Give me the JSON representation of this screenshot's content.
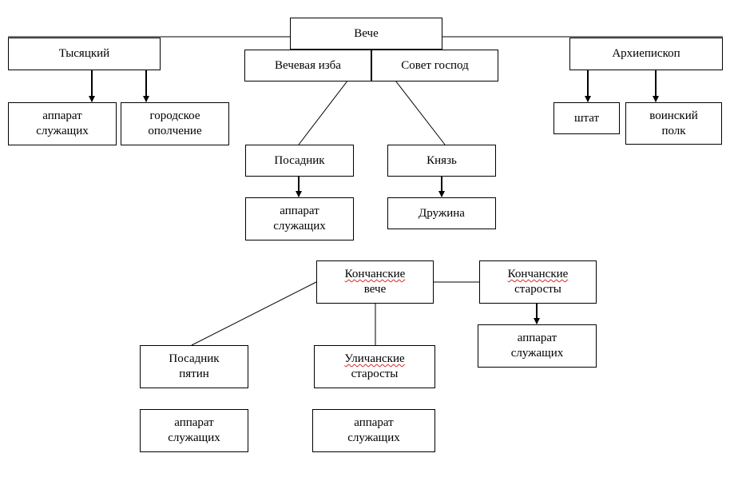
{
  "nodes": {
    "veche": "Вече",
    "tysyatsky": "Тысяцкий",
    "vechevaya_izba": "Вечевая изба",
    "sovet_gospod": "Совет господ",
    "arkhiepiskop": "Архиепископ",
    "apparat_1": [
      "аппарат",
      "служащих"
    ],
    "gorodskoe_opolchenie": [
      "городское",
      "ополчение"
    ],
    "shtat": "штат",
    "voinsky_polk": [
      "воинский",
      "полк"
    ],
    "posadnik": "Посадник",
    "knyaz": "Князь",
    "apparat_2": [
      "аппарат",
      "служащих"
    ],
    "druzhina": "Дружина",
    "konchanskie_veche": [
      "Кончанские",
      "вече"
    ],
    "konchanskie_starosty": [
      "Кончанские",
      "старосты"
    ],
    "apparat_3": [
      "аппарат",
      "служащих"
    ],
    "posadnik_pyatin": [
      "Посадник",
      "пятин"
    ],
    "ulichanskie_starosty": [
      "Уличанские",
      "старосты"
    ],
    "apparat_4": [
      "аппарат",
      "служащих"
    ],
    "apparat_5": [
      "аппарат",
      "служащих"
    ]
  }
}
